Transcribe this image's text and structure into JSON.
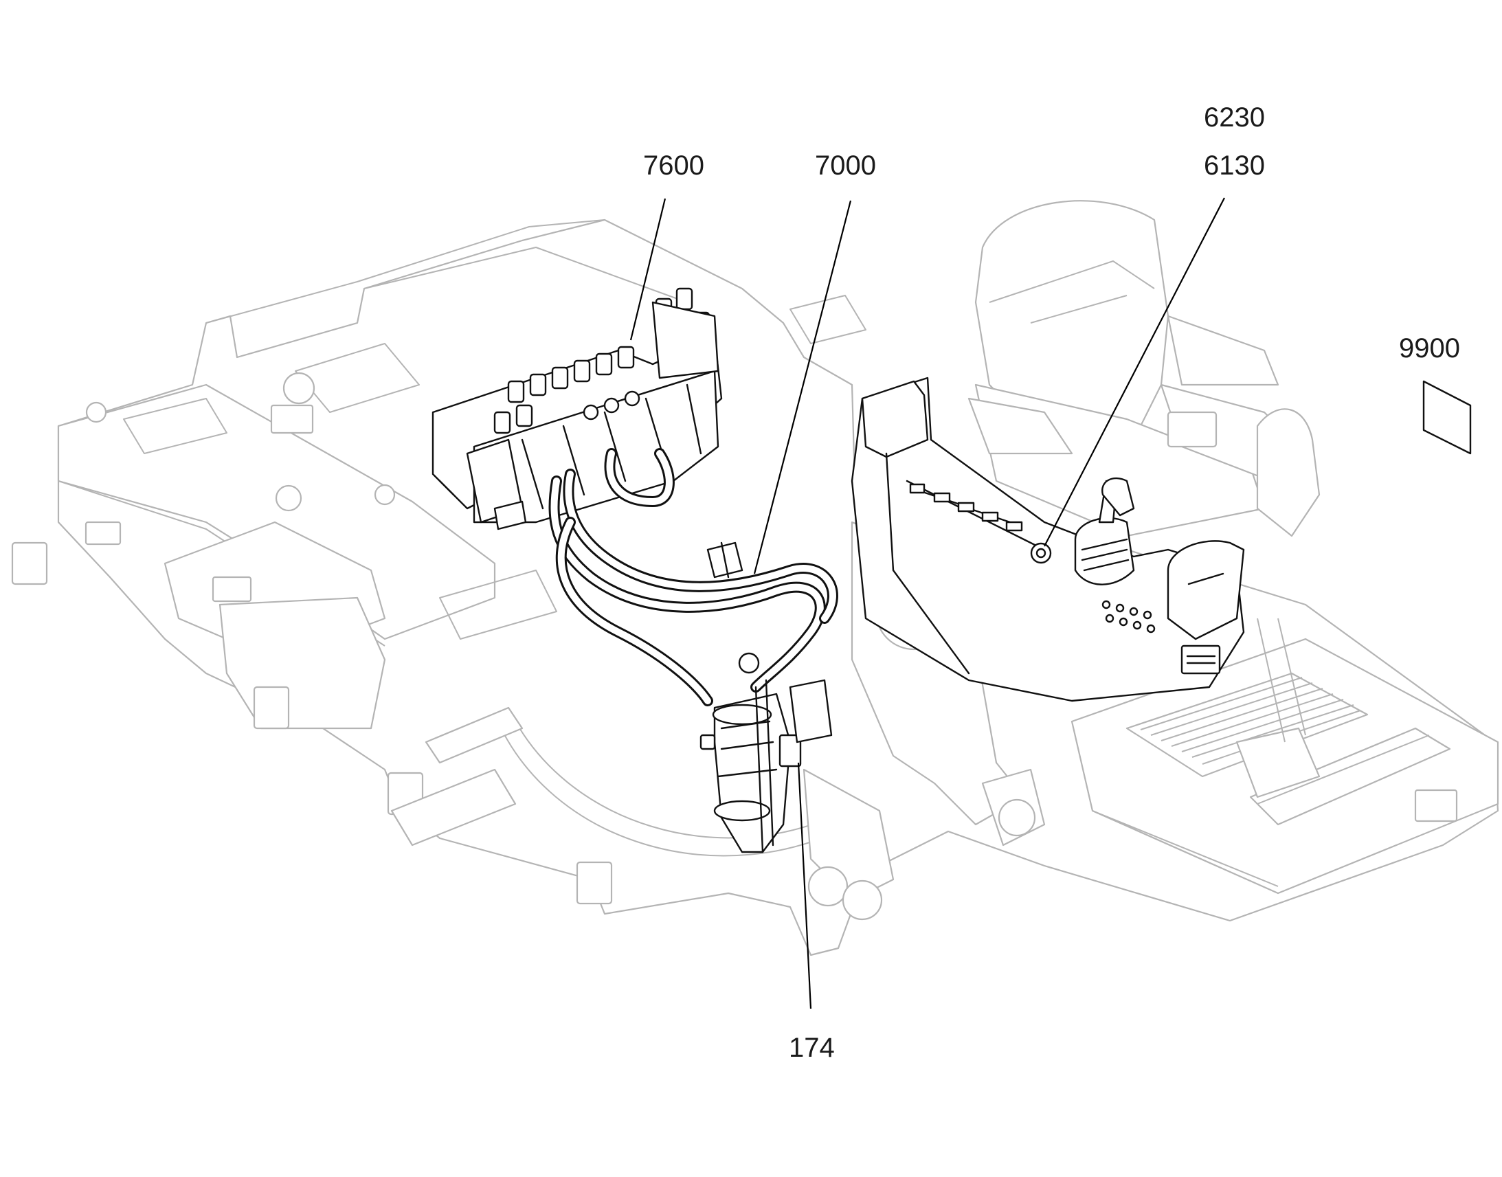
{
  "callouts": [
    {
      "id": "7600",
      "label": "7600"
    },
    {
      "id": "7000",
      "label": "7000"
    },
    {
      "id": "6230",
      "label": "6230"
    },
    {
      "id": "6130",
      "label": "6130"
    },
    {
      "id": "9900",
      "label": "9900"
    },
    {
      "id": "174",
      "label": "174"
    }
  ],
  "colors": {
    "frame": "#b4b4b4",
    "highlight": "#111111",
    "callout_text": "#1a1a1a"
  }
}
